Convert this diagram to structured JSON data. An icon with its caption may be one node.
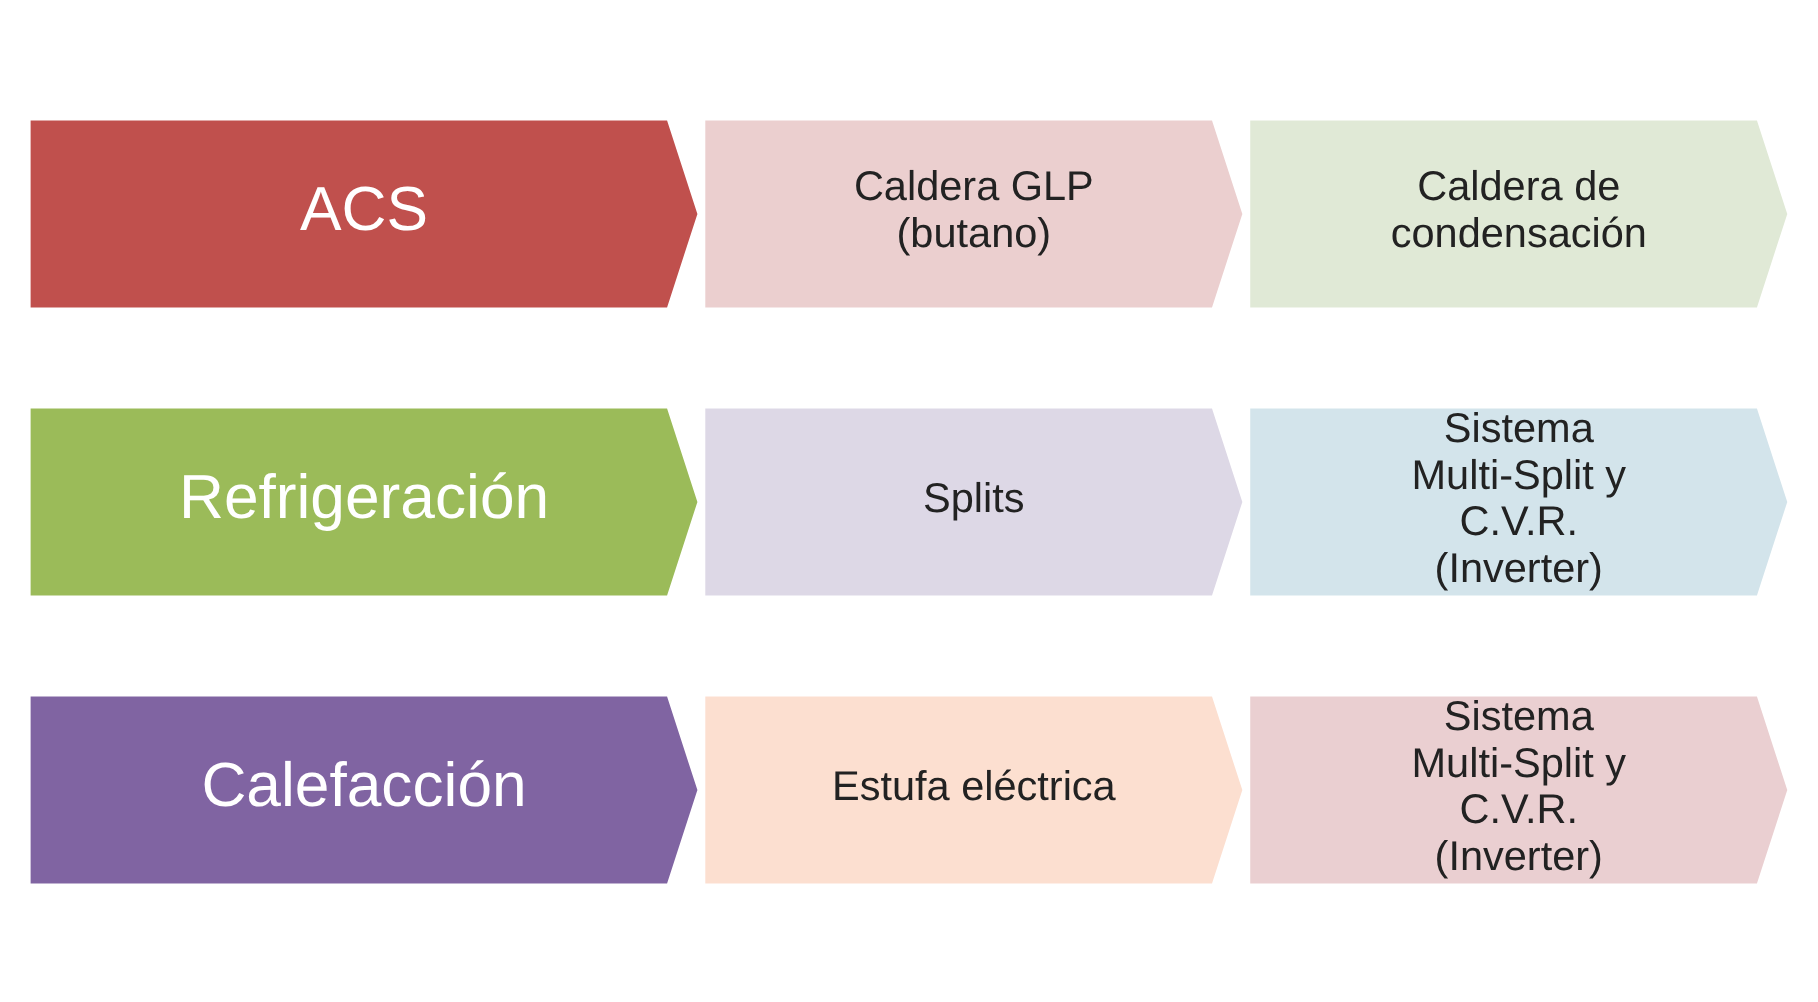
{
  "diagram": {
    "nodes": [
      {
        "text": [
          "ACS"
        ]
      },
      {
        "text": [
          "Caldera GLP (butano)"
        ]
      },
      {
        "text": [
          "Caldera de condensación"
        ]
      },
      {
        "text": [
          "Refrigeración"
        ]
      },
      {
        "text": [
          "Splits"
        ]
      },
      {
        "text": [
          "Sistema Multi-Split y C.V.R. (Inverter)"
        ]
      },
      {
        "text": [
          "Calefacción"
        ]
      },
      {
        "text": [
          "Estufa eléctrica"
        ]
      },
      {
        "text": [
          "Sistema Multi-Split y C.V.R. (Inverter)"
        ]
      }
    ],
    "edges": []
  }
}
